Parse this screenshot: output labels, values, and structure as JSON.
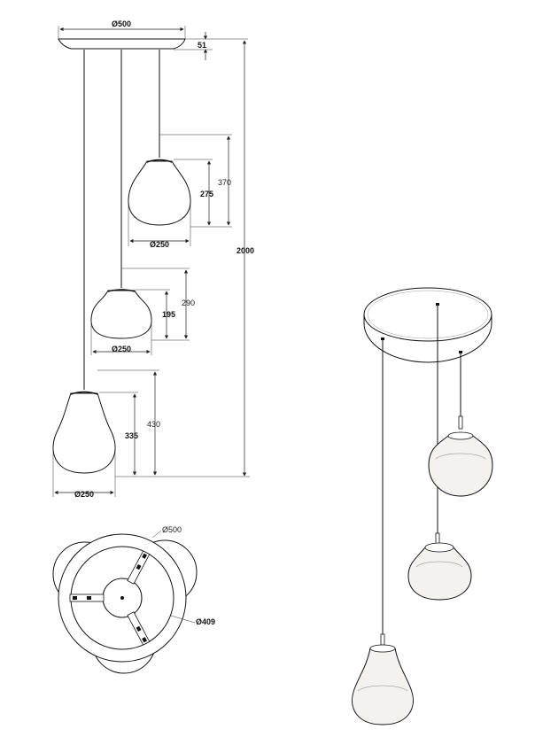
{
  "drawing": {
    "canopy_diameter": "Ø500",
    "canopy_height": "51",
    "total_height": "2000",
    "lamp_top": {
      "height": "370",
      "glass_height": "275",
      "diameter": "Ø250"
    },
    "lamp_middle": {
      "height": "290",
      "glass_height": "195",
      "diameter": "Ø250"
    },
    "lamp_bottom": {
      "height": "430",
      "glass_height": "335",
      "diameter": "Ø250"
    },
    "plan_view": {
      "outer_diameter": "Ø500",
      "inner_diameter": "Ø409"
    }
  }
}
